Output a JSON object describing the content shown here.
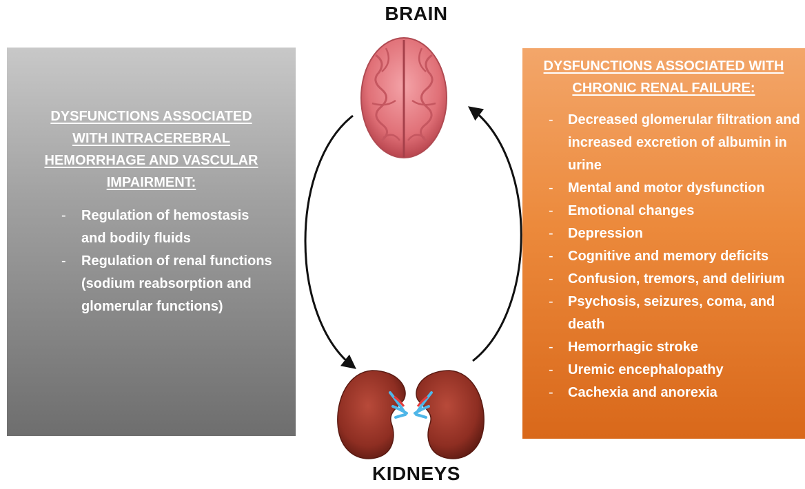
{
  "labels": {
    "top": "BRAIN",
    "bottom": "KIDNEYS"
  },
  "left_panel": {
    "title": "DYSFUNCTIONS ASSOCIATED WITH INTRACEREBRAL HEMORRHAGE AND VASCULAR IMPAIRMENT:",
    "items": [
      "Regulation of hemostasis and bodily fluids",
      "Regulation of renal functions (sodium reabsorption and glomerular functions)"
    ],
    "color_top": "#c8c8c8",
    "color_bottom": "#6e6e6e"
  },
  "right_panel": {
    "title": "DYSFUNCTIONS ASSOCIATED WITH CHRONIC RENAL FAILURE:",
    "items": [
      "Decreased glomerular filtration and increased excretion of albumin in urine",
      "Mental and motor dysfunction",
      "Emotional changes",
      "Depression",
      "Cognitive and memory deficits",
      "Confusion, tremors, and delirium",
      "Psychosis, seizures, coma, and death",
      "Hemorrhagic stroke",
      "Uremic encephalopathy",
      "Cachexia and anorexia"
    ],
    "color_top": "#f3a66a",
    "color_bottom": "#d9681a"
  },
  "icons": {
    "brain": "brain-icon",
    "kidneys": "kidneys-icon"
  }
}
